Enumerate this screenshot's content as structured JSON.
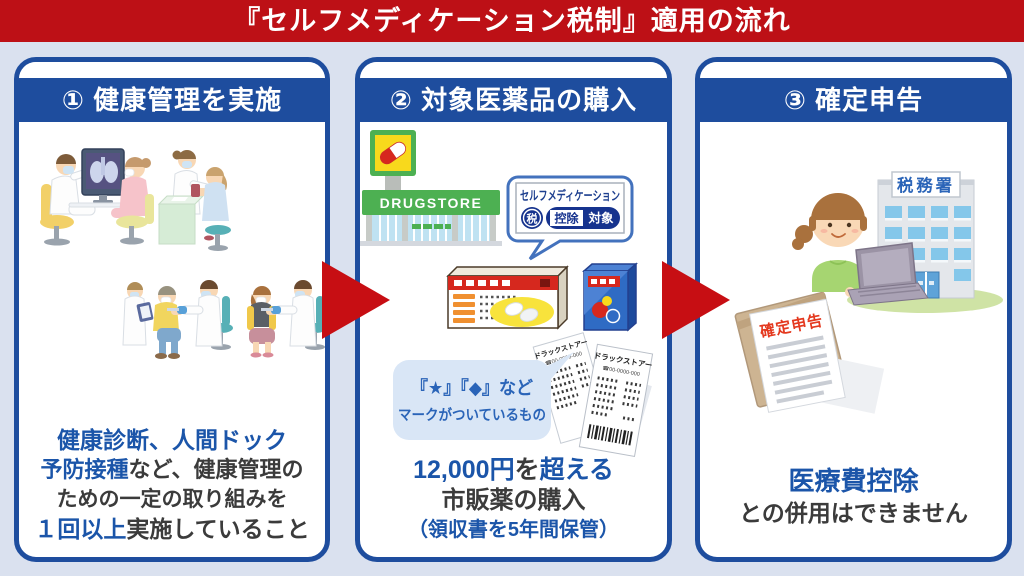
{
  "banner": {
    "title": "『セルフメディケーション税制』適用の流れ"
  },
  "colors": {
    "banner_red": "#bd1016",
    "arrow_red": "#c70e13",
    "panel_navy": "#1e4d9e",
    "highlight_blue": "#1b55a9",
    "text_dark": "#3b3b3b",
    "background": "#dae1ef",
    "note_bubble_bg": "#d9e6f6",
    "drugstore_green": "#4db052",
    "mark_navy": "#16338e"
  },
  "icons": {
    "flow_arrow": "▶",
    "star": "★",
    "diamond": "◆",
    "phone": "☎"
  },
  "panel1": {
    "header": "① 健康管理を実施",
    "caption": {
      "line1": "健康診断、人間ドック",
      "line2_highlight": "予防接種",
      "line2_rest": "など、健康管理の",
      "line3": "ための一定の取り組みを",
      "line4_highlight": "１回以上",
      "line4_rest": "実施していること"
    }
  },
  "panel2": {
    "header": "② 対象医薬品の購入",
    "drugstore_sign": "DRUGSTORE",
    "mark": {
      "title": "セルフメディケーション",
      "tax": "税",
      "deduction": "控除",
      "subject": "対象"
    },
    "note_bubble": {
      "line1": "『★』『◆』など",
      "line2": "マークがついているもの"
    },
    "receipt": {
      "store": "ドラックストアー",
      "phone": "☎00-0000-000"
    },
    "caption": {
      "line1_amount": "12,000円",
      "line1_particle": "を",
      "line1_exceed": "超える",
      "line2": "市販薬の購入",
      "line3": "（領収書を5年間保管）"
    }
  },
  "panel3": {
    "header": "③ 確定申告",
    "building_sign": "税務署",
    "document_title": "確定申告",
    "caption": {
      "line1": "医療費控除",
      "line2": "との併用はできません"
    }
  }
}
